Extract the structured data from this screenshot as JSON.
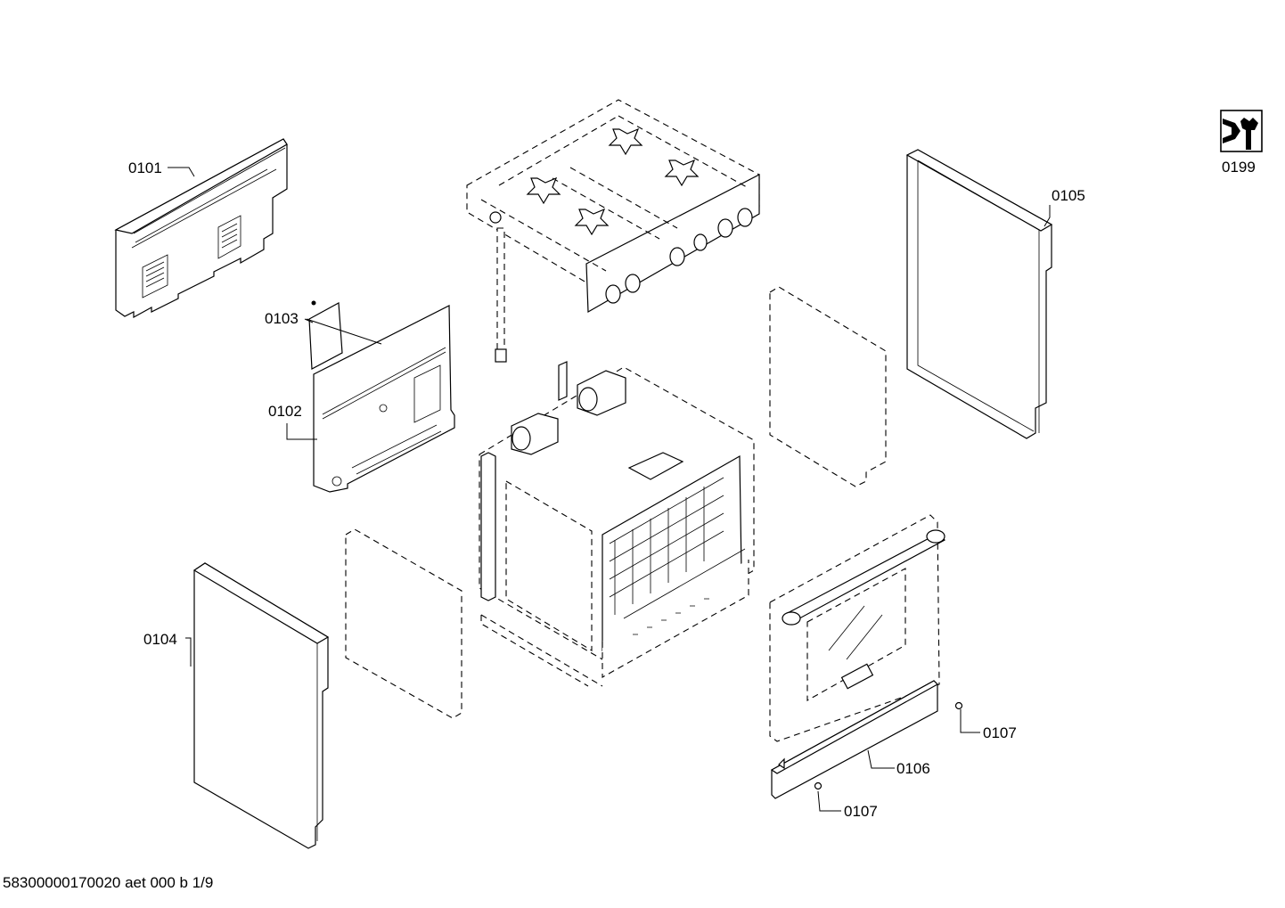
{
  "labels": {
    "p0101": "0101",
    "p0102": "0102",
    "p0103": "0103",
    "p0104": "0104",
    "p0105": "0105",
    "p0106": "0106",
    "p0107a": "0107",
    "p0107b": "0107",
    "p0199": "0199"
  },
  "icons": {
    "service_kit": "wrench-service-icon"
  },
  "footer": {
    "drawing_id": "58300000170020 aet 000 b 1/9"
  }
}
